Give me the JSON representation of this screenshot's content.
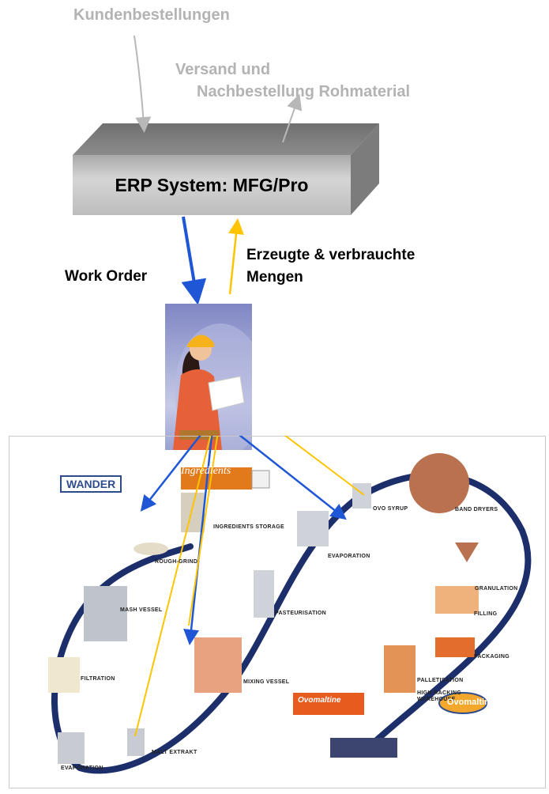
{
  "erp": {
    "title": "ERP System: MFG/Pro"
  },
  "notes": {
    "customer_orders": "Kundenbestellungen",
    "shipping_line1": "Versand und",
    "shipping_line2": "Nachbestellung Rohmaterial"
  },
  "flows": {
    "work_order": "Work Order",
    "produced_line1": "Erzeugte & verbrauchte",
    "produced_line2": "Mengen"
  },
  "plant": {
    "brand": "WANDER",
    "truck_label": "Ingredients",
    "steps": {
      "ingredients_storage": "INGREDIENTS STORAGE",
      "rough_grind": "ROUGH-GRIND",
      "mash_vessel": "MASH VESSEL",
      "filtration": "FILTRATION",
      "evaporation_bottom": "EVAPORATION",
      "malt_extrakt": "MALT EXTRAKT",
      "mixing_vessel": "MIXING VESSEL",
      "pasteurisation": "PASTEURISATION",
      "evaporation_top": "EVAPORATION",
      "ovo_syrup": "OVO SYRUP",
      "band_dryers": "BAND DRYERS",
      "granulation": "GRANULATION",
      "filling": "FILLING",
      "packaging": "PACKAGING",
      "palletisation": "PALLETISATION",
      "high_racking_1": "HIGH-RACKING",
      "high_racking_2": "WAREHOUSE"
    },
    "ovomaltine_logo": "Ovomaltine",
    "truck_brand": "Ovomaltine"
  },
  "colors": {
    "order_arrow": "#1e56d6",
    "report_arrow": "#ffc400",
    "gray_arrow": "#b8b8b8",
    "loop": "#1d2f6b"
  }
}
